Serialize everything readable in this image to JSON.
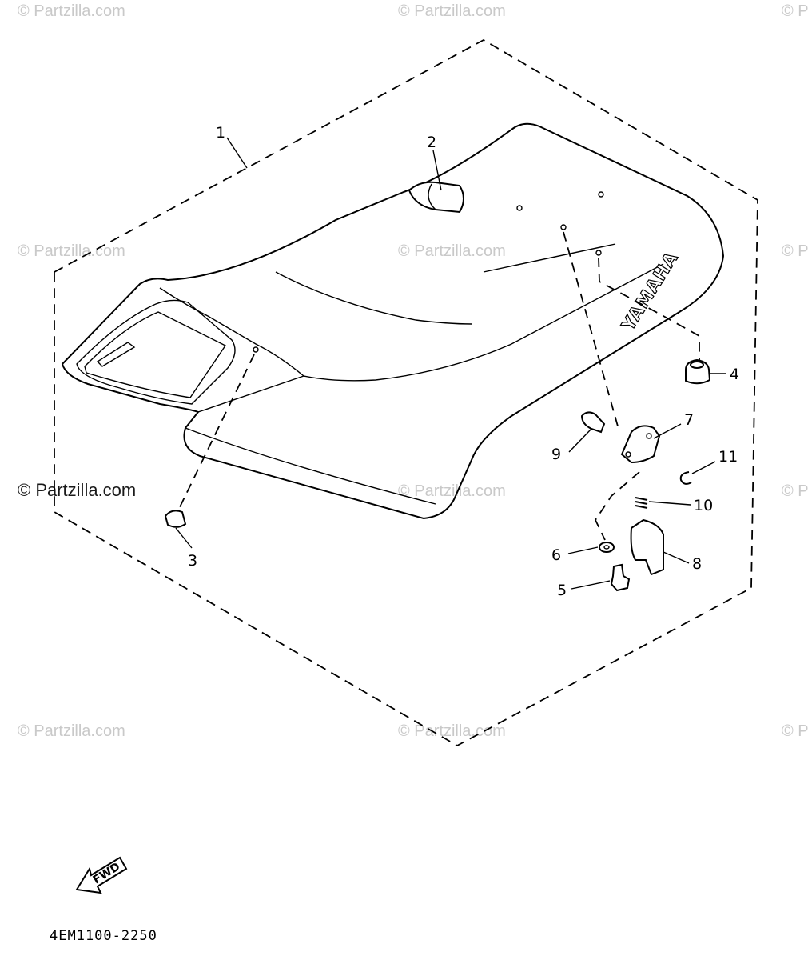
{
  "watermarks": [
    "© Partzilla.com",
    "© Partzilla.com",
    "© P",
    "© Partzilla.com",
    "© Partzilla.com",
    "© P",
    "© Partzilla.com",
    "© Partzilla.com",
    "© P",
    "© Partzilla.com",
    "© Partzilla.com",
    "© P"
  ],
  "seat_brand": "YAMAHA",
  "callouts": [
    "1",
    "2",
    "3",
    "4",
    "5",
    "6",
    "7",
    "8",
    "9",
    "10",
    "11"
  ],
  "fwd_label": "FWD",
  "diagram_code": "4EM1100-2250"
}
